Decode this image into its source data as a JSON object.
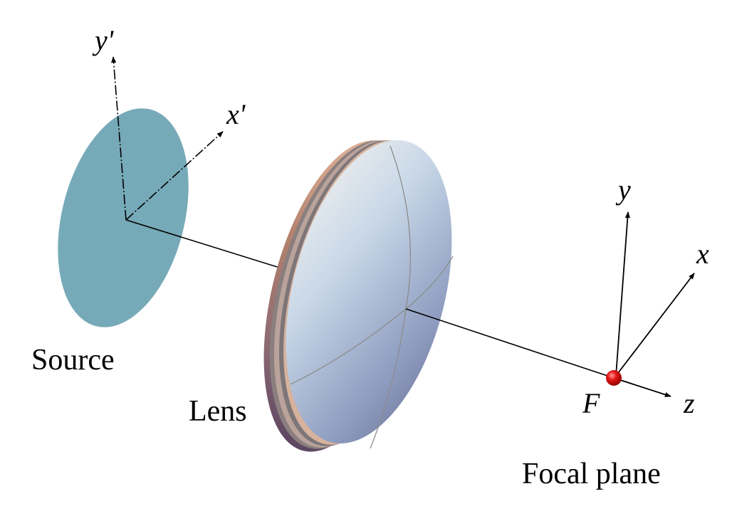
{
  "labels": {
    "source": "Source",
    "lens": "Lens",
    "focal_plane": "Focal plane",
    "focal_point": "F"
  },
  "source_axes": {
    "y": "y'",
    "x": "x'"
  },
  "focal_axes": {
    "y": "y",
    "x": "x",
    "z": "z"
  },
  "colors": {
    "source_disk": "#77aab8",
    "lens_face_light": "#e6eef5",
    "lens_face_dark": "#6f7ea6",
    "lens_rim_warm": "#c98b6e",
    "focal_point": "#e01010",
    "axis_line": "#000000"
  }
}
